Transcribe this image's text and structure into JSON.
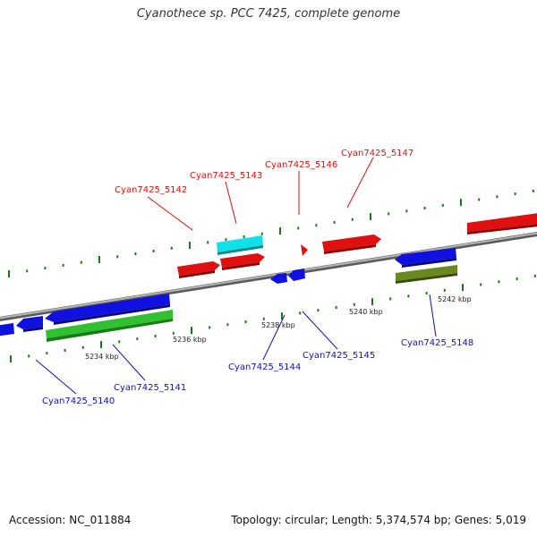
{
  "title": "Cyanothece sp. PCC 7425, complete genome",
  "footer": {
    "accession": "Accession: NC_011884",
    "topology": "Topology: circular; Length: 5,374,574 bp; Genes: 5,019"
  },
  "colors": {
    "backbone": "#8a8a8a",
    "tick_green": "#1a7a1a",
    "red": "#e01010",
    "blue": "#1010e0",
    "cyan": "#10e0e8",
    "green": "#30c030",
    "olive": "#6a8a20",
    "label_red": "#e01010",
    "label_blue": "#1010c0"
  },
  "scale_labels": [
    {
      "text": "5234 kbp"
    },
    {
      "text": "5236 kbp"
    },
    {
      "text": "5238 kbp"
    },
    {
      "text": "5240 kbp"
    },
    {
      "text": "5242 kbp"
    }
  ],
  "gene_labels": [
    {
      "text": "Cyan7425_5142",
      "color": "red"
    },
    {
      "text": "Cyan7425_5143",
      "color": "red"
    },
    {
      "text": "Cyan7425_5146",
      "color": "red"
    },
    {
      "text": "Cyan7425_5147",
      "color": "red"
    },
    {
      "text": "Cyan7425_5140",
      "color": "blue"
    },
    {
      "text": "Cyan7425_5141",
      "color": "blue"
    },
    {
      "text": "Cyan7425_5144",
      "color": "blue"
    },
    {
      "text": "Cyan7425_5145",
      "color": "blue"
    },
    {
      "text": "Cyan7425_5148",
      "color": "blue"
    }
  ]
}
